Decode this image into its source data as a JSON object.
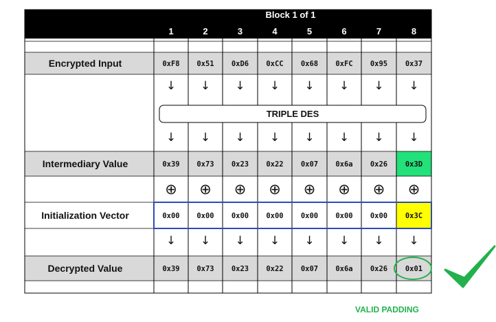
{
  "header": {
    "title": "Block 1 of 1",
    "columns": [
      "1",
      "2",
      "3",
      "4",
      "5",
      "6",
      "7",
      "8"
    ]
  },
  "rows": {
    "encrypted": {
      "label": "Encrypted Input",
      "values": [
        "0xF8",
        "0x51",
        "0xD6",
        "0xCC",
        "0x68",
        "0xFC",
        "0x95",
        "0x37"
      ]
    },
    "intermediary": {
      "label": "Intermediary Value",
      "values": [
        "0x39",
        "0x73",
        "0x23",
        "0x22",
        "0x07",
        "0x6a",
        "0x26",
        "0x3D"
      ]
    },
    "iv": {
      "label": "Initialization Vector",
      "values": [
        "0x00",
        "0x00",
        "0x00",
        "0x00",
        "0x00",
        "0x00",
        "0x00",
        "0x3C"
      ]
    },
    "decrypted": {
      "label": "Decrypted Value",
      "values": [
        "0x39",
        "0x73",
        "0x23",
        "0x22",
        "0x07",
        "0x6a",
        "0x26",
        "0x01"
      ]
    }
  },
  "cipher": {
    "label": "TRIPLE DES"
  },
  "symbols": {
    "arrow": "↓",
    "xor": "⊕"
  },
  "status": {
    "label": "VALID PADDING",
    "icon": "checkmark-icon"
  },
  "colors": {
    "header_bg": "#000000",
    "row_bg": "#d9d9d9",
    "iv_label": "#1f3fbf",
    "iv_border": "#2b4bb8",
    "intermediary_highlight": "#22e07a",
    "iv_highlight": "#ffff00",
    "valid": "#22b14c"
  }
}
